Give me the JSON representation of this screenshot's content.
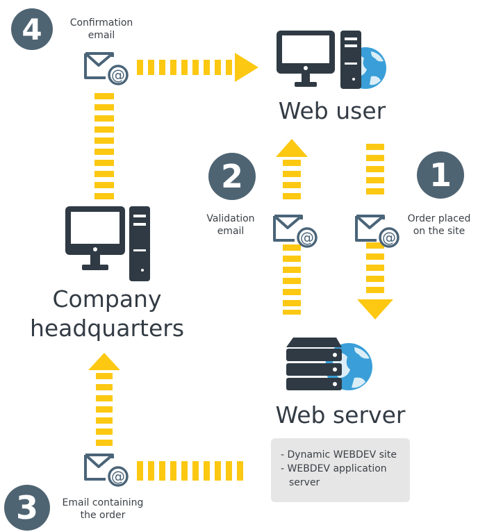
{
  "steps": {
    "step1": {
      "number": "1",
      "caption_line1": "Order placed",
      "caption_line2": "on the site"
    },
    "step2": {
      "number": "2",
      "caption_line1": "Validation",
      "caption_line2": "email"
    },
    "step3": {
      "number": "3",
      "caption_line1": "Email containing",
      "caption_line2": "the order"
    },
    "step4": {
      "number": "4",
      "caption_line1": "Confirmation",
      "caption_line2": "email"
    }
  },
  "nodes": {
    "web_user": "Web user",
    "company_line1": "Company",
    "company_line2": "headquarters",
    "web_server": "Web server"
  },
  "server_notes": {
    "line1": "- Dynamic WEBDEV site",
    "line2": "- WEBDEV application",
    "line3": "server"
  },
  "colors": {
    "arrow": "#fcc812",
    "step_circle": "#4f6472",
    "monitor": "#2f3a44",
    "envelope": "#4a6478",
    "globe": "#3a9fd8",
    "note_bg": "#e6e6e6"
  },
  "icons": [
    "monitor-icon",
    "tower-icon",
    "globe-icon",
    "server-rack-icon",
    "email-icon"
  ]
}
